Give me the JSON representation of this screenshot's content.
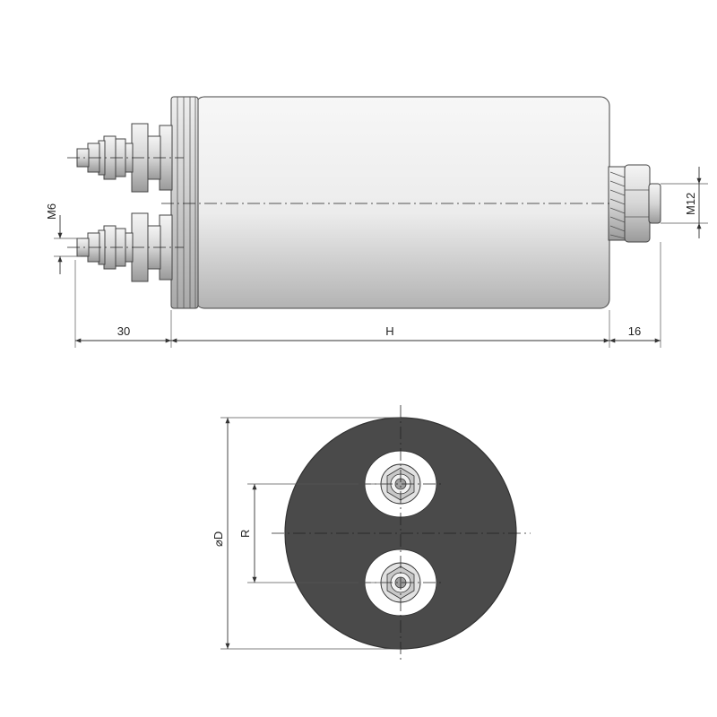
{
  "dimensions": {
    "terminal_length": "30",
    "height": "H",
    "bolt_length": "16",
    "terminal_thread": "M6",
    "mounting_thread": "M12",
    "diameter": "⌀D",
    "terminal_spacing": "R"
  },
  "colors": {
    "line": "#333333",
    "top_face": "#4a4a4a",
    "body_light": "#f4f4f4",
    "body_dark": "#b8b8b8"
  }
}
